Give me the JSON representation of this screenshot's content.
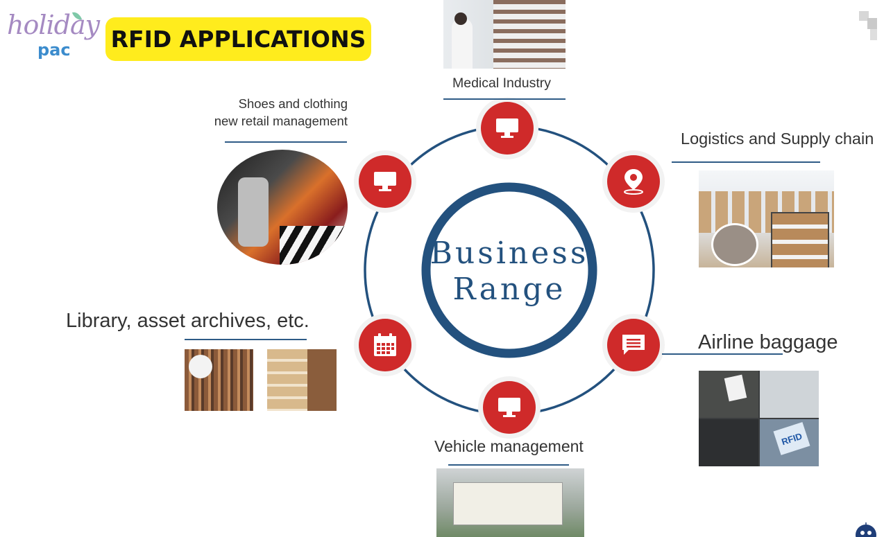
{
  "header": {
    "logo_text_main": "holiday",
    "logo_text_sub": "pac",
    "title": "RFID APPLICATIONS"
  },
  "diagram": {
    "center_line1": "Business",
    "center_line2": "Range",
    "applications": [
      {
        "label": "Medical Industry",
        "icon": "monitor-icon"
      },
      {
        "label": "Logistics and Supply chain",
        "icon": "location-pin-icon"
      },
      {
        "label": "Airline baggage",
        "icon": "message-icon"
      },
      {
        "label": "Vehicle management",
        "icon": "monitor-icon"
      },
      {
        "label": "Library, asset archives, etc.",
        "icon": "calendar-icon"
      },
      {
        "label_line1": "Shoes and clothing",
        "label_line2": "new retail management",
        "icon": "monitor-icon"
      }
    ],
    "photo_caption_rfid": "RFID"
  },
  "colors": {
    "accent_red": "#cf2a2a",
    "ring_blue": "#23517e",
    "title_yellow": "#ffec1d"
  }
}
